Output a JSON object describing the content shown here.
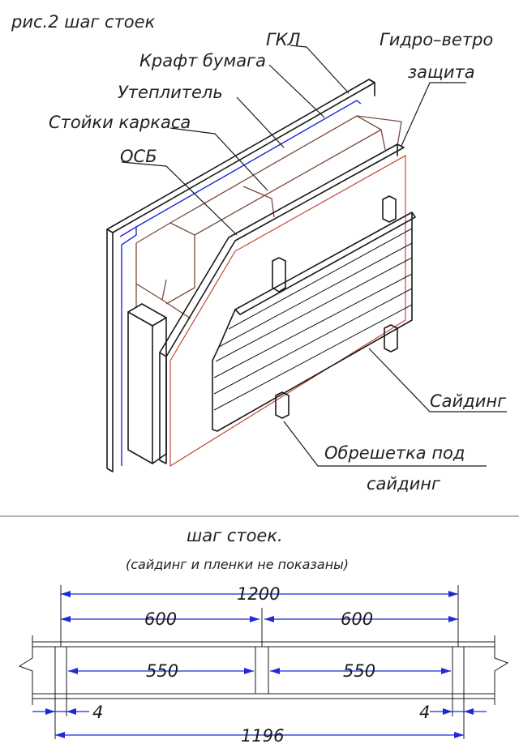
{
  "figure": {
    "caption": "рис.2 шаг стоек"
  },
  "labels": {
    "gkl": "ГКЛ",
    "kraft": "Крафт бумага",
    "insulation": "Утеплитель",
    "studs": "Стойки каркаса",
    "osb": "ОСБ",
    "membrane_line1": "Гидро–ветро",
    "membrane_line2": "защита",
    "siding": "Сайдинг",
    "batten_line1": "Обрешетка под",
    "batten_line2": "сайдинг"
  },
  "plan": {
    "title": "шаг стоек.",
    "subtitle": "(сайдинг и пленки не показаны)",
    "dims": {
      "total_top": "1200",
      "span_left": "600",
      "span_right": "600",
      "clear_left": "550",
      "clear_right": "550",
      "gap_left": "4",
      "gap_right": "4",
      "total_bottom": "1196"
    }
  },
  "colors": {
    "ink": "#1a1a1a",
    "dimension": "#1c2bd6",
    "membrane": "#c0392b",
    "insulation": "#7a4a3a",
    "kraft": "#1c2bd6"
  }
}
